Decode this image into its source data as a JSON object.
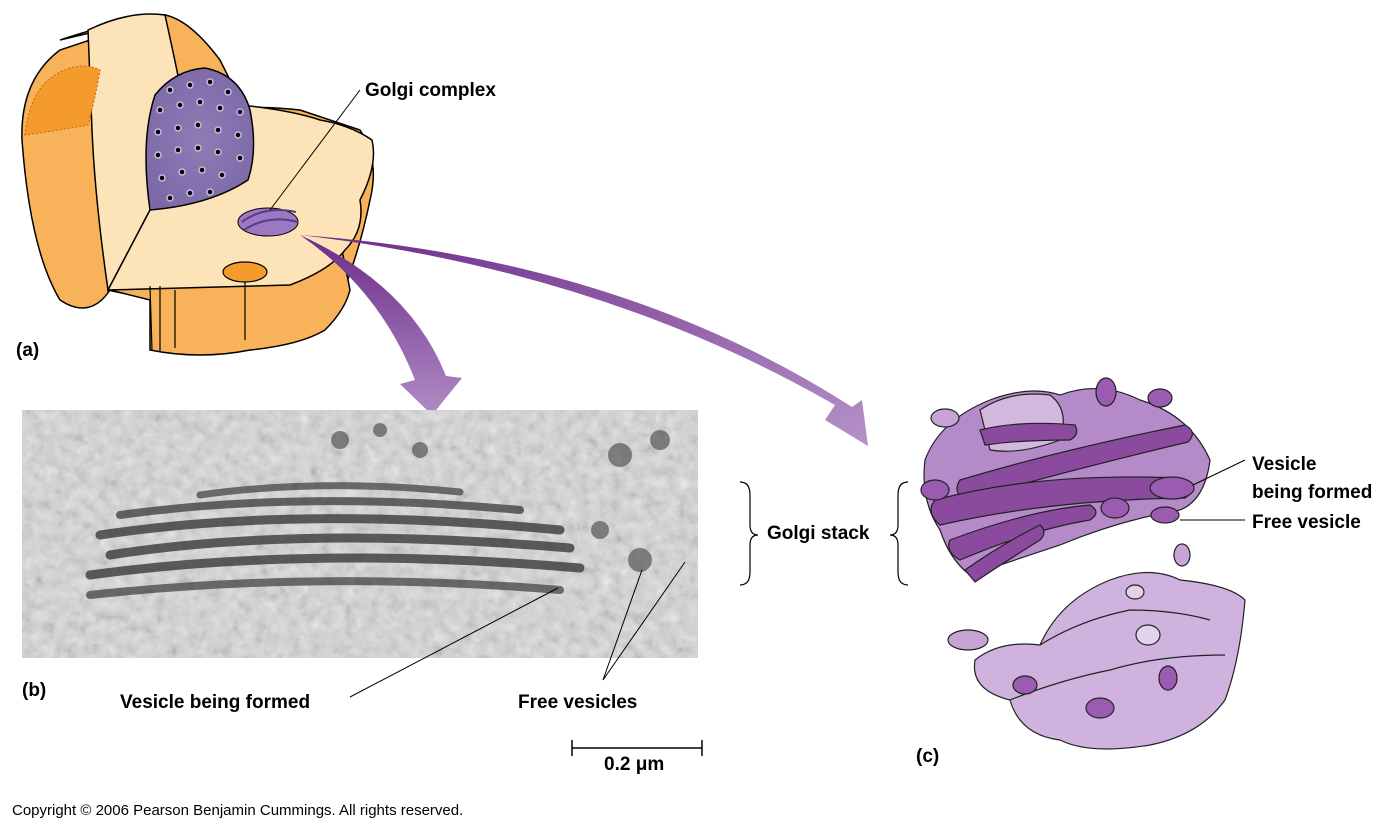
{
  "figure": {
    "panels": {
      "a": "(a)",
      "b": "(b)",
      "c": "(c)"
    },
    "labels": {
      "golgi_complex": "Golgi complex",
      "golgi_stack": "Golgi stack",
      "vesicle_being_formed_b": "Vesicle being formed",
      "free_vesicles": "Free vesicles",
      "vesicle_line1": "Vesicle",
      "vesicle_line2": "being formed",
      "free_vesicle": "Free vesicle"
    },
    "scale_bar": "0.2 μm",
    "copyright": "Copyright © 2006 Pearson Benjamin Cummings. All rights reserved.",
    "colors": {
      "cell_orange": "#f7b25a",
      "cell_cream": "#fde3b8",
      "nucleus_purple": "#8b76b0",
      "golgi_dark": "#8a4a9e",
      "golgi_light": "#c9a7d6",
      "arrow_purple": "#7b3a93"
    }
  }
}
